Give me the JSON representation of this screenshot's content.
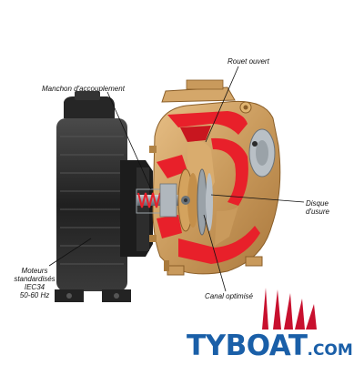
{
  "labels": {
    "rouet": "Rouet ouvert",
    "manchon": "Manchon d'accouplement",
    "disque_1": "Disque",
    "disque_2": "d'usure",
    "moteurs_1": "Moteurs",
    "moteurs_2": "standardisés",
    "moteurs_3": "IEC34",
    "moteurs_4": "50-60 Hz",
    "canal": "Canal optimisé"
  },
  "logo": {
    "name": "TYBOAT",
    "suffix": ".COM",
    "color": "#1a5fa8",
    "flag_color": "#c8102e"
  },
  "colors": {
    "bronze": "#c99a5c",
    "bronze_dark": "#9a6e34",
    "section_red": "#e8202a",
    "motor_black": "#2a2a2a",
    "steel": "#8c949c"
  }
}
